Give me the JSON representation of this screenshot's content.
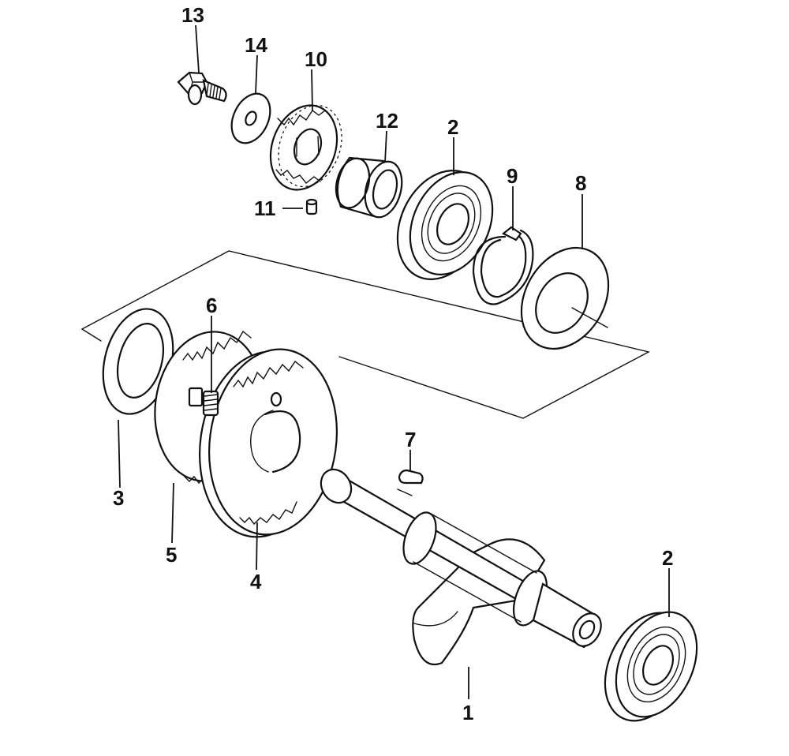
{
  "callouts": [
    {
      "id": "label-13",
      "text": "13"
    },
    {
      "id": "label-14",
      "text": "14"
    },
    {
      "id": "label-10",
      "text": "10"
    },
    {
      "id": "label-12",
      "text": "12"
    },
    {
      "id": "label-2-top",
      "text": "2"
    },
    {
      "id": "label-9",
      "text": "9"
    },
    {
      "id": "label-8",
      "text": "8"
    },
    {
      "id": "label-11",
      "text": "11"
    },
    {
      "id": "label-6",
      "text": "6"
    },
    {
      "id": "label-3",
      "text": "3"
    },
    {
      "id": "label-5",
      "text": "5"
    },
    {
      "id": "label-4",
      "text": "4"
    },
    {
      "id": "label-7",
      "text": "7"
    },
    {
      "id": "label-1",
      "text": "1"
    },
    {
      "id": "label-2-bottom",
      "text": "2"
    }
  ],
  "parts": [
    {
      "ref": "1",
      "name": "crankshaft"
    },
    {
      "ref": "2",
      "name": "ball-bearing"
    },
    {
      "ref": "3",
      "name": "washer"
    },
    {
      "ref": "4",
      "name": "gear-large"
    },
    {
      "ref": "5",
      "name": "gear-small"
    },
    {
      "ref": "6",
      "name": "spring"
    },
    {
      "ref": "7",
      "name": "woodruff-key"
    },
    {
      "ref": "8",
      "name": "thrust-washer"
    },
    {
      "ref": "9",
      "name": "circlip"
    },
    {
      "ref": "10",
      "name": "ratchet-gear"
    },
    {
      "ref": "11",
      "name": "pin"
    },
    {
      "ref": "12",
      "name": "collar"
    },
    {
      "ref": "13",
      "name": "flange-bolt"
    },
    {
      "ref": "14",
      "name": "washer-small"
    }
  ]
}
